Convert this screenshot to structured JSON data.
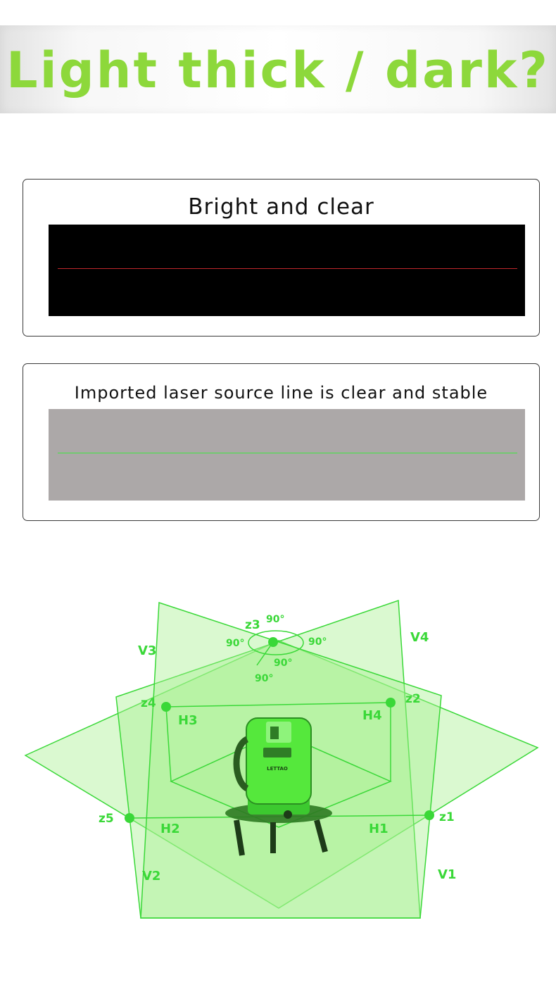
{
  "banner": {
    "title": "Light thick / dark?"
  },
  "cards": [
    {
      "title": "Bright and clear",
      "laser_color": "#c0272d"
    },
    {
      "title": "Imported laser source line is clear and stable",
      "laser_color": "#3ee63e"
    }
  ],
  "diagram": {
    "plane_labels": {
      "v1": "V1",
      "v2": "V2",
      "v3": "V3",
      "v4": "V4",
      "h1": "H1",
      "h2": "H2",
      "h3": "H3",
      "h4": "H4"
    },
    "point_labels": {
      "z1": "z1",
      "z2": "z2",
      "z3": "z3",
      "z4": "z4",
      "z5": "z5"
    },
    "angle_labels": {
      "top": "90°",
      "left": "90°",
      "right": "90°",
      "front": "90°",
      "lower": "90°"
    },
    "device": {
      "brand": "LETTAO"
    },
    "colors": {
      "laser": "#3ad838",
      "plane_fill": "#b8f5a8"
    }
  }
}
